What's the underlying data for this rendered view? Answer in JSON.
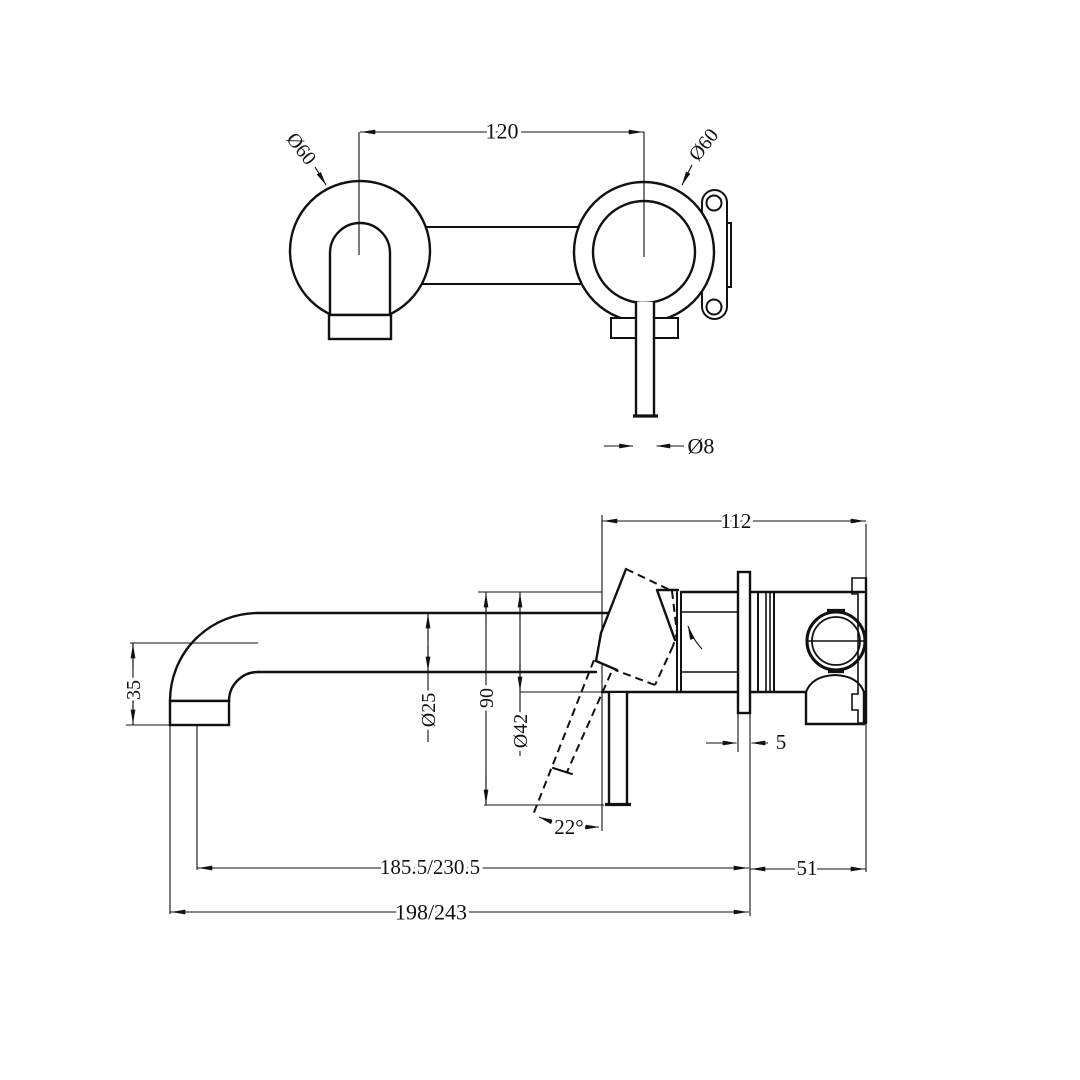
{
  "meta": {
    "drawing_type": "faucet installation technical drawing",
    "background_color": "#ffffff",
    "line_color": "#111111"
  },
  "front_view": {
    "name": "wall plates front view",
    "center_distance": "120",
    "left_flange_dia": "Ø60",
    "right_flange_dia": "Ø60",
    "lever_dia": "Ø8"
  },
  "side_view": {
    "name": "spout and mixer side view",
    "install_depth": "112",
    "plate_thickness": "5",
    "inwall_depth": "51",
    "spout_drop": "35",
    "spout_dia": "Ø25",
    "handle_height": "90",
    "body_dia": "Ø42",
    "handle_swing_angle": "22°",
    "reach_to_center": "185.5/230.5",
    "reach_overall": "198/243"
  }
}
